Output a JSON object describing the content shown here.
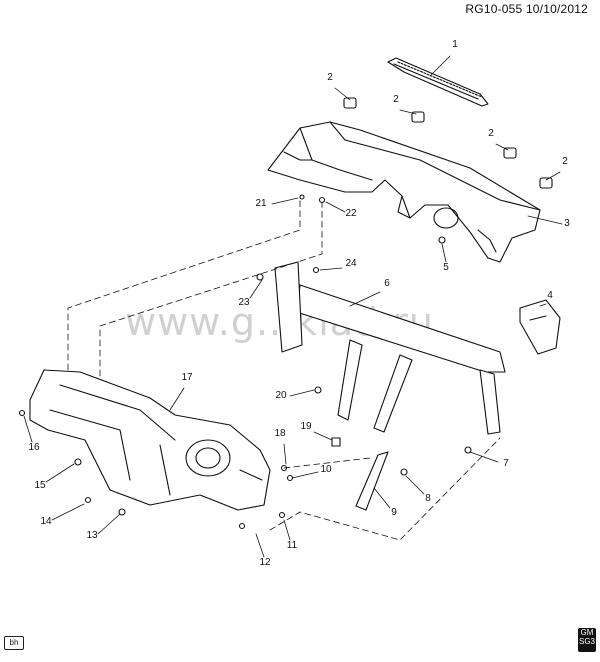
{
  "header": {
    "code": "RG10-055",
    "date": "10/10/2012"
  },
  "watermark": "www.g...klad.ru",
  "footer": {
    "initials": "bh",
    "logo_top": "GM",
    "logo_bottom": "SG3"
  },
  "callouts": [
    {
      "num": "1"
    },
    {
      "num": "2"
    },
    {
      "num": "2"
    },
    {
      "num": "2"
    },
    {
      "num": "2"
    },
    {
      "num": "3"
    },
    {
      "num": "4"
    },
    {
      "num": "5"
    },
    {
      "num": "6"
    },
    {
      "num": "7"
    },
    {
      "num": "8"
    },
    {
      "num": "9"
    },
    {
      "num": "10"
    },
    {
      "num": "11"
    },
    {
      "num": "12"
    },
    {
      "num": "13"
    },
    {
      "num": "14"
    },
    {
      "num": "15"
    },
    {
      "num": "16"
    },
    {
      "num": "17"
    },
    {
      "num": "18"
    },
    {
      "num": "19"
    },
    {
      "num": "20"
    },
    {
      "num": "21"
    },
    {
      "num": "22"
    },
    {
      "num": "23"
    },
    {
      "num": "24"
    }
  ]
}
